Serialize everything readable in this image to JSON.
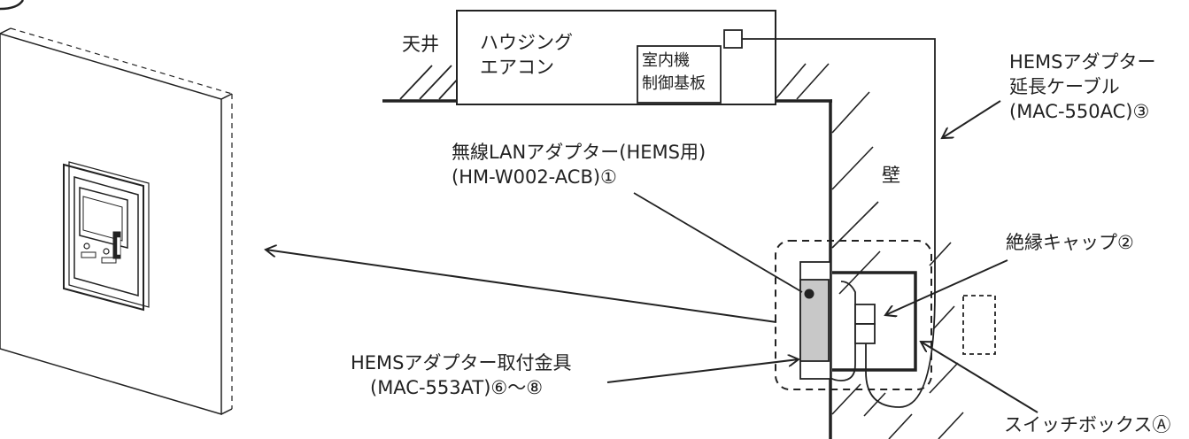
{
  "labels": {
    "ceiling": "天井",
    "housing_aircon_line1": "ハウジング",
    "housing_aircon_line2": "エアコン",
    "control_board_line1": "室内機",
    "control_board_line2": "制御基板",
    "wall": "壁",
    "ext_cable_line1": "HEMSアダプター",
    "ext_cable_line2": "延長ケーブル",
    "ext_cable_line3": "(MAC-550AC)③",
    "wlan_line1": "無線LANアダプター(HEMS用)",
    "wlan_line2": "(HM-W002-ACB)①",
    "insulation_cap": "絶縁キャップ②",
    "mount_line1": "HEMSアダプター取付金具",
    "mount_line2": "(MAC-553AT)⑥～⑧",
    "switch_box": "スイッチボックスⒶ"
  },
  "colors": {
    "line": "#222222",
    "adapter_fill": "#c8c8c8",
    "panel_fill": "#ffffff"
  }
}
